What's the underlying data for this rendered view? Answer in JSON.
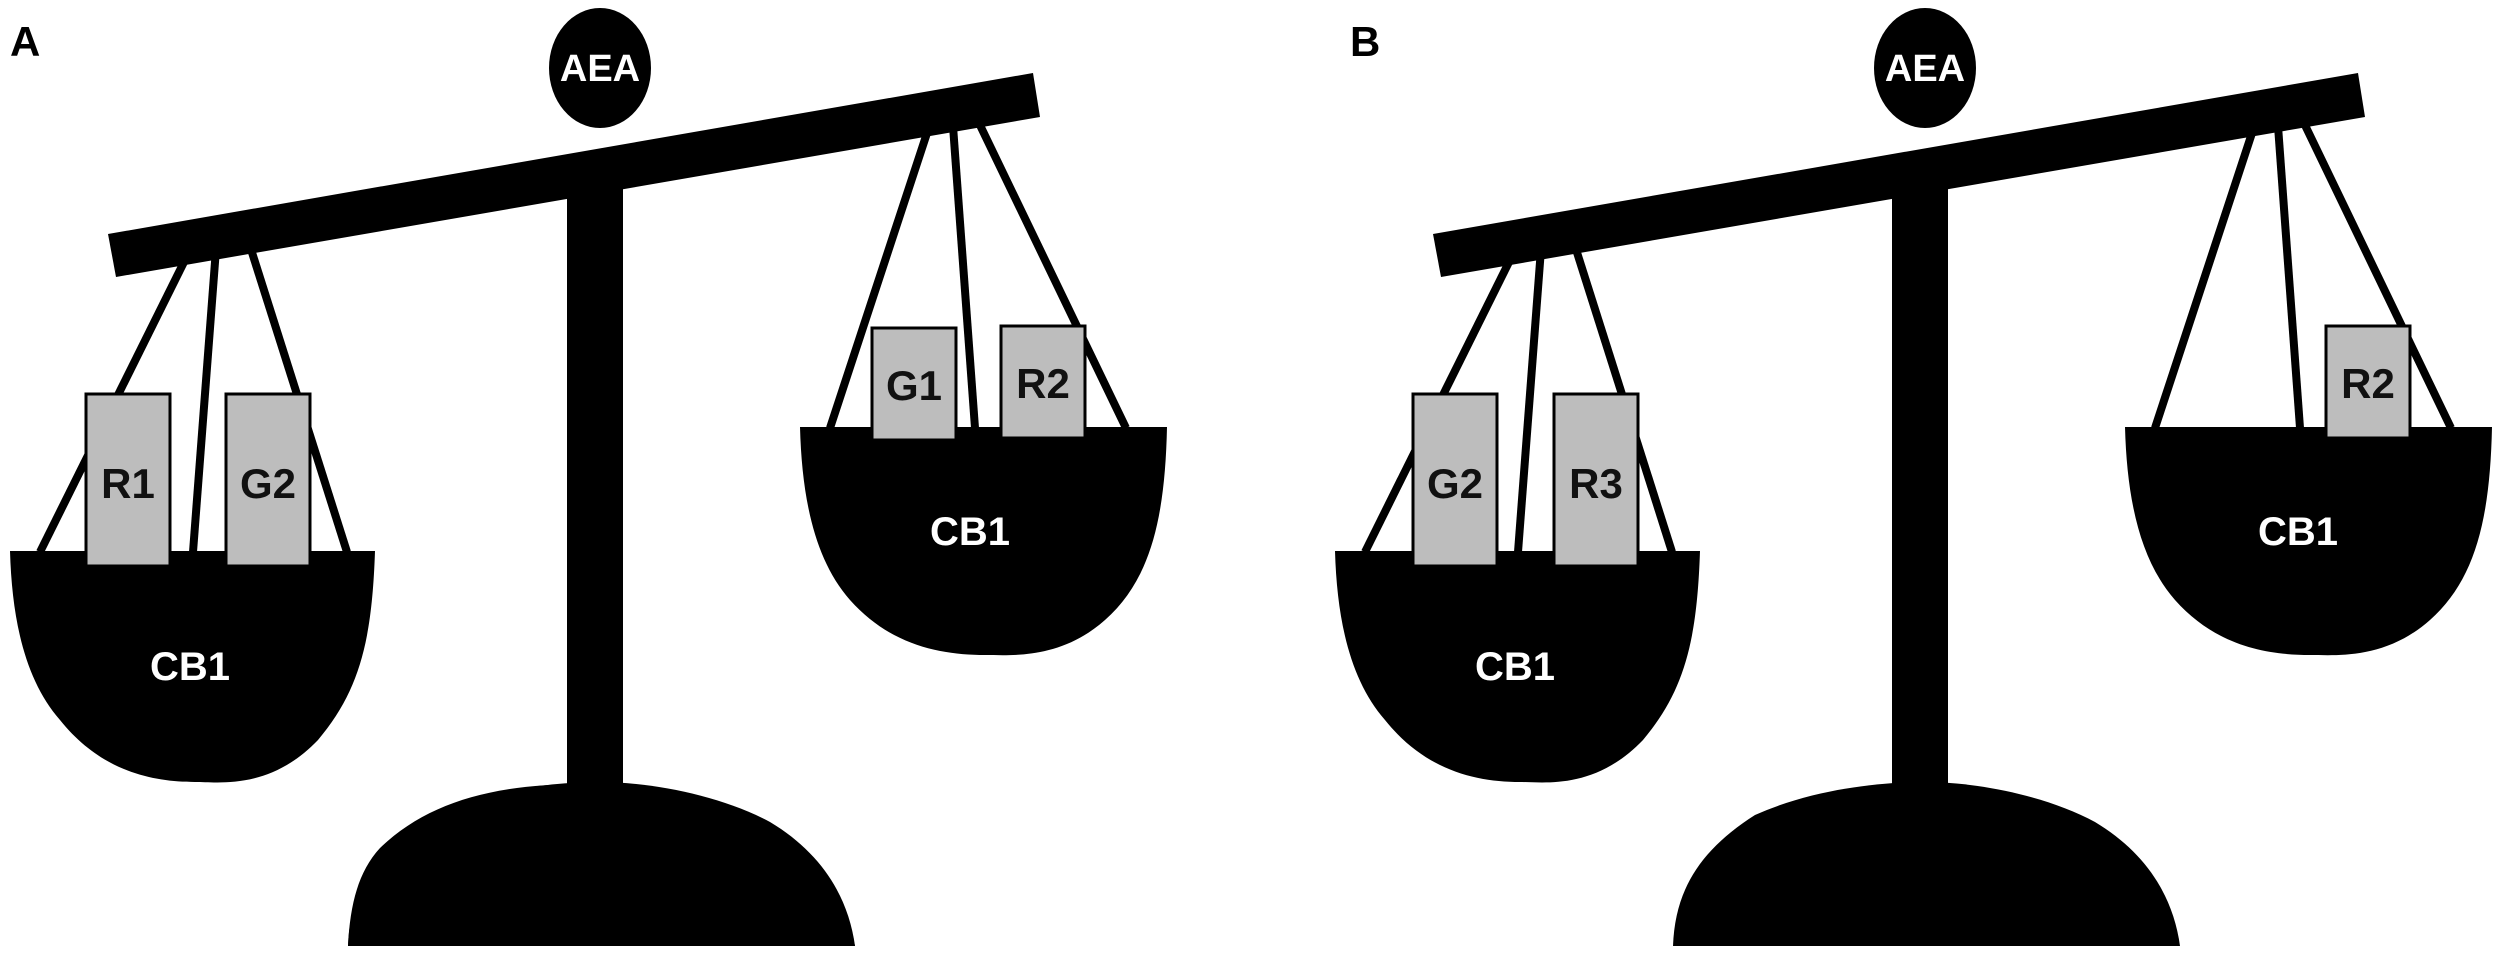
{
  "panels": [
    {
      "label": "A",
      "pivot": "AEA",
      "left_pan": {
        "label": "CB1",
        "weights": [
          "R1",
          "G2"
        ]
      },
      "right_pan": {
        "label": "CB1",
        "weights": [
          "G1",
          "R2"
        ]
      }
    },
    {
      "label": "B",
      "pivot": "AEA",
      "left_pan": {
        "label": "CB1",
        "weights": [
          "G2",
          "R3"
        ]
      },
      "right_pan": {
        "label": "CB1",
        "weights": [
          "R2"
        ]
      }
    }
  ],
  "colors": {
    "ink": "#000000",
    "weight_fill": "#bdbdbd",
    "background": "#ffffff"
  }
}
